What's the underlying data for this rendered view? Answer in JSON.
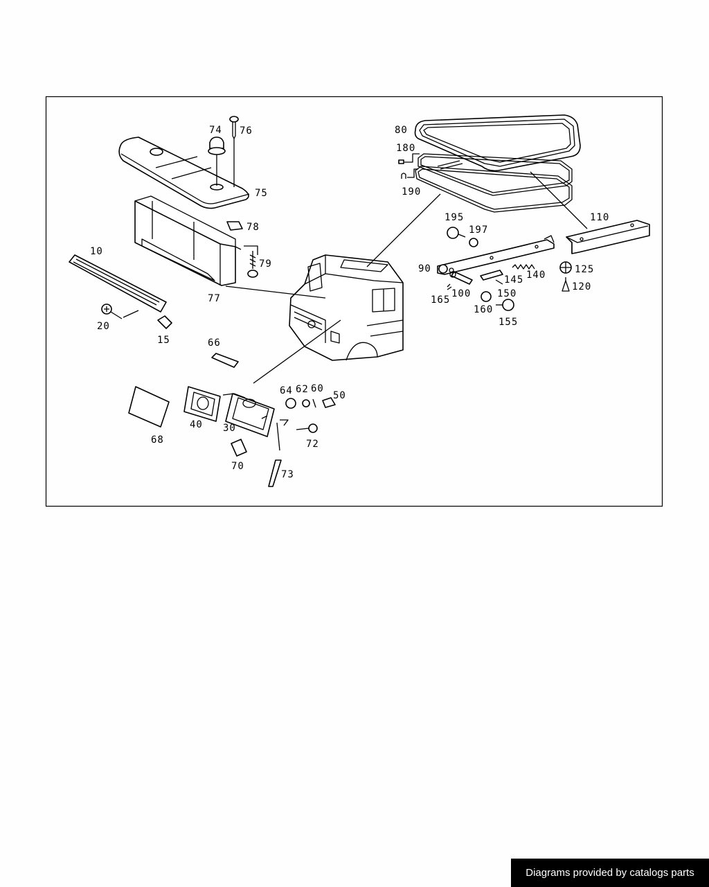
{
  "labels": {
    "l10": "10",
    "l15": "15",
    "l20": "20",
    "l30": "30",
    "l40": "40",
    "l50": "50",
    "l60": "60",
    "l62": "62",
    "l64": "64",
    "l66": "66",
    "l68": "68",
    "l70": "70",
    "l72": "72",
    "l73": "73",
    "l74": "74",
    "l75": "75",
    "l76": "76",
    "l77": "77",
    "l78": "78",
    "l79": "79",
    "l80": "80",
    "l90": "90",
    "l100": "100",
    "l110": "110",
    "l120": "120",
    "l125": "125",
    "l140": "140",
    "l145": "145",
    "l150": "150",
    "l155": "155",
    "l160": "160",
    "l165": "165",
    "l180": "180",
    "l190": "190",
    "l195": "195",
    "l197": "197"
  },
  "footer": {
    "text": "Diagrams provided by catalogs parts"
  }
}
